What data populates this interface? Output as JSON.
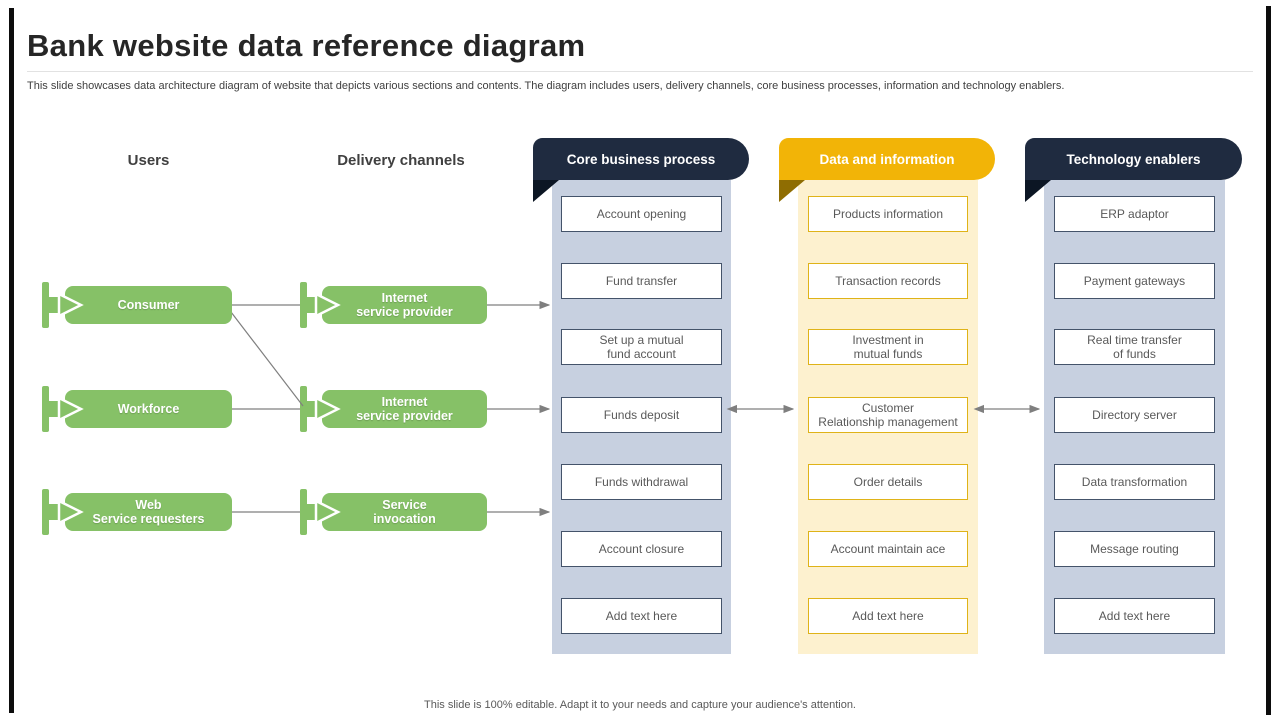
{
  "slide": {
    "title": "Bank website data reference diagram",
    "subtitle": "This slide showcases data architecture diagram of website that depicts various sections and contents. The diagram includes users, delivery channels, core business processes, information and technology enablers.",
    "footer": "This slide is 100% editable. Adapt it to your needs and capture your audience's attention."
  },
  "colors": {
    "navy": "#1f2b40",
    "navy_fold": "#0c1624",
    "yellow": "#f2b407",
    "yellow_fold": "#8f6d02",
    "light_blue_body": "#c7d0e0",
    "cream_body": "#fdf1cf",
    "green": "#86c167",
    "box_text": "#595959",
    "connector_gray": "#7f7f7f"
  },
  "users_column": {
    "label": "Users",
    "items": [
      "Consumer",
      "Workforce",
      "Web\nService requesters"
    ]
  },
  "delivery_column": {
    "label": "Delivery channels",
    "items": [
      "Internet\nservice provider",
      "Internet\nservice provider",
      "Service\ninvocation"
    ]
  },
  "process_column": {
    "header": "Core business process",
    "items": [
      "Account opening",
      "Fund transfer",
      "Set up a mutual\nfund account",
      "Funds deposit",
      "Funds withdrawal",
      "Account closure",
      "Add text here"
    ]
  },
  "data_column": {
    "header": "Data and information",
    "items": [
      "Products information",
      "Transaction records",
      "Investment in\nmutual funds",
      "Customer\nRelationship management",
      "Order details",
      "Account maintain ace",
      "Add text here"
    ]
  },
  "tech_column": {
    "header": "Technology enablers",
    "items": [
      "ERP adaptor",
      "Payment gateways",
      "Real time transfer\nof funds",
      "Directory server",
      "Data transformation",
      "Message routing",
      "Add text here"
    ]
  }
}
